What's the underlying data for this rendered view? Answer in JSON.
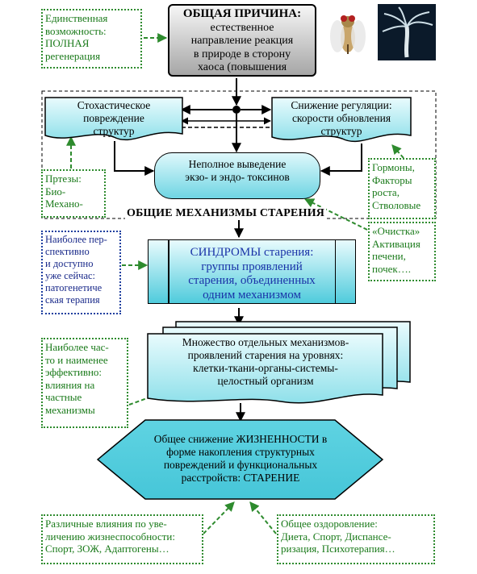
{
  "top_box": {
    "title": "ОБЩАЯ ПРИЧИНА:",
    "body": "естественное\nнаправление реакция\nв природе в сторону\nхаоса (повышения"
  },
  "notes": {
    "regeneration": "Единственная\nвозможность:\nПОЛНАЯ\nрегенерация",
    "prosthesis": "Пртезы:\nБио-\nМехано-",
    "hormones": "Гормоны,\nФакторы\nроста,\nСтволовые",
    "cleansing": "«Очистка»\nАктивация\nпечени,\nпочек….",
    "pathogenetic": "Наиболее пер-\nспективно\nи доступно\nуже сейчас:\nпатогенетиче\nская терапия",
    "partial": "Наиболее час-\nто и наименее\nэффективно:\nвлияния на\nчастные\nмеханизмы",
    "viability": "Различные влияния по уве-\nличению жизнеспособности:\nСпорт, ЗОЖ, Адаптогены…",
    "wellness": "Общее оздоровление:\nДиета, Спорт, Диспансе-\nризация, Психотерапия…"
  },
  "mechanisms": {
    "stochastic": "Стохастическое\nповреждение\nструктур",
    "regulation": "Снижение регуляции:\nскорости обновления\nструктур",
    "toxins": "Неполное выведение\nэкзо- и эндо- токсинов",
    "label": "ОБЩИЕ МЕХАНИЗМЫ СТАРЕНИЯ"
  },
  "syndromes": {
    "title": "СИНДРОМЫ старения:",
    "body": "группы проявлений\nстарения, объединенных\nодним механизмом"
  },
  "multiple": "Множество отдельных механизмов-\nпроявлений старения на уровнях:\nклетки-ткани-органы-системы-\nцелостный организм",
  "final": "Общее снижение ЖИЗНЕННОСТИ в\nформе накопления структурных\nповреждений и функциональных\nрасстройств: СТАРЕНИЕ",
  "colors": {
    "green": "#2e8b2e",
    "blue": "#1f3f9f",
    "cyan": "#5fd3e2",
    "gray": "#a9a9a9"
  }
}
